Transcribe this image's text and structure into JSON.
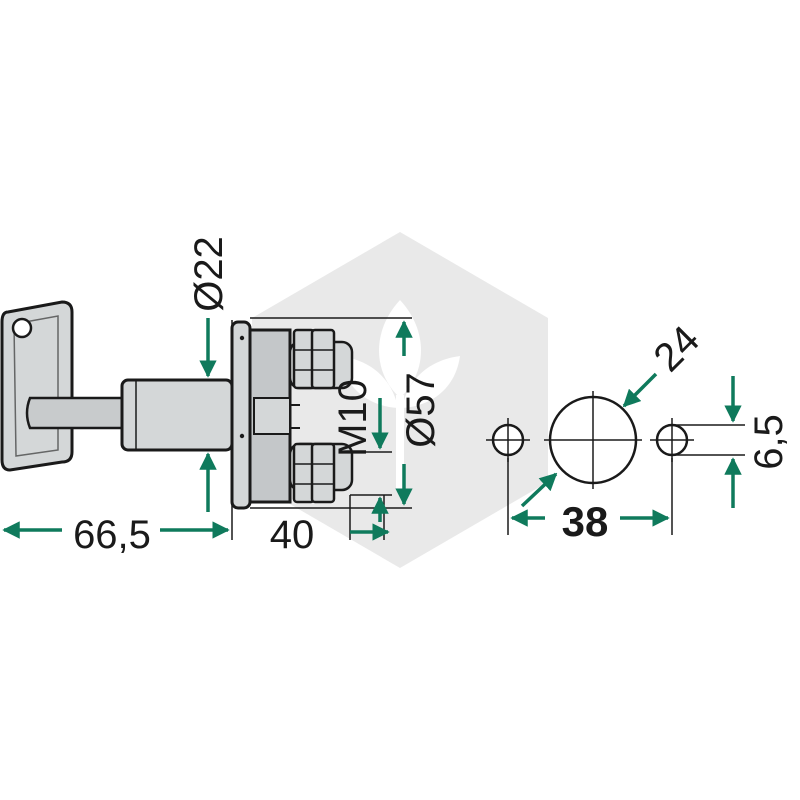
{
  "colors": {
    "accent": "#0f7a5c",
    "outline": "#1a1a1a",
    "part_fill": "#d4d7d8",
    "part_dark": "#b8bcbe",
    "watermark": "#e4e4e4"
  },
  "watermark": {
    "icon": "leaf-hexagon-watermark"
  },
  "dimensions": {
    "key_length": "66,5",
    "shaft_diameter": "Ø22",
    "body_depth": "40",
    "thread": "M10",
    "flange_diameter": "Ø57",
    "cutout_diameter": "24",
    "hole_spacing": "38",
    "hole_diameter": "6,5"
  }
}
